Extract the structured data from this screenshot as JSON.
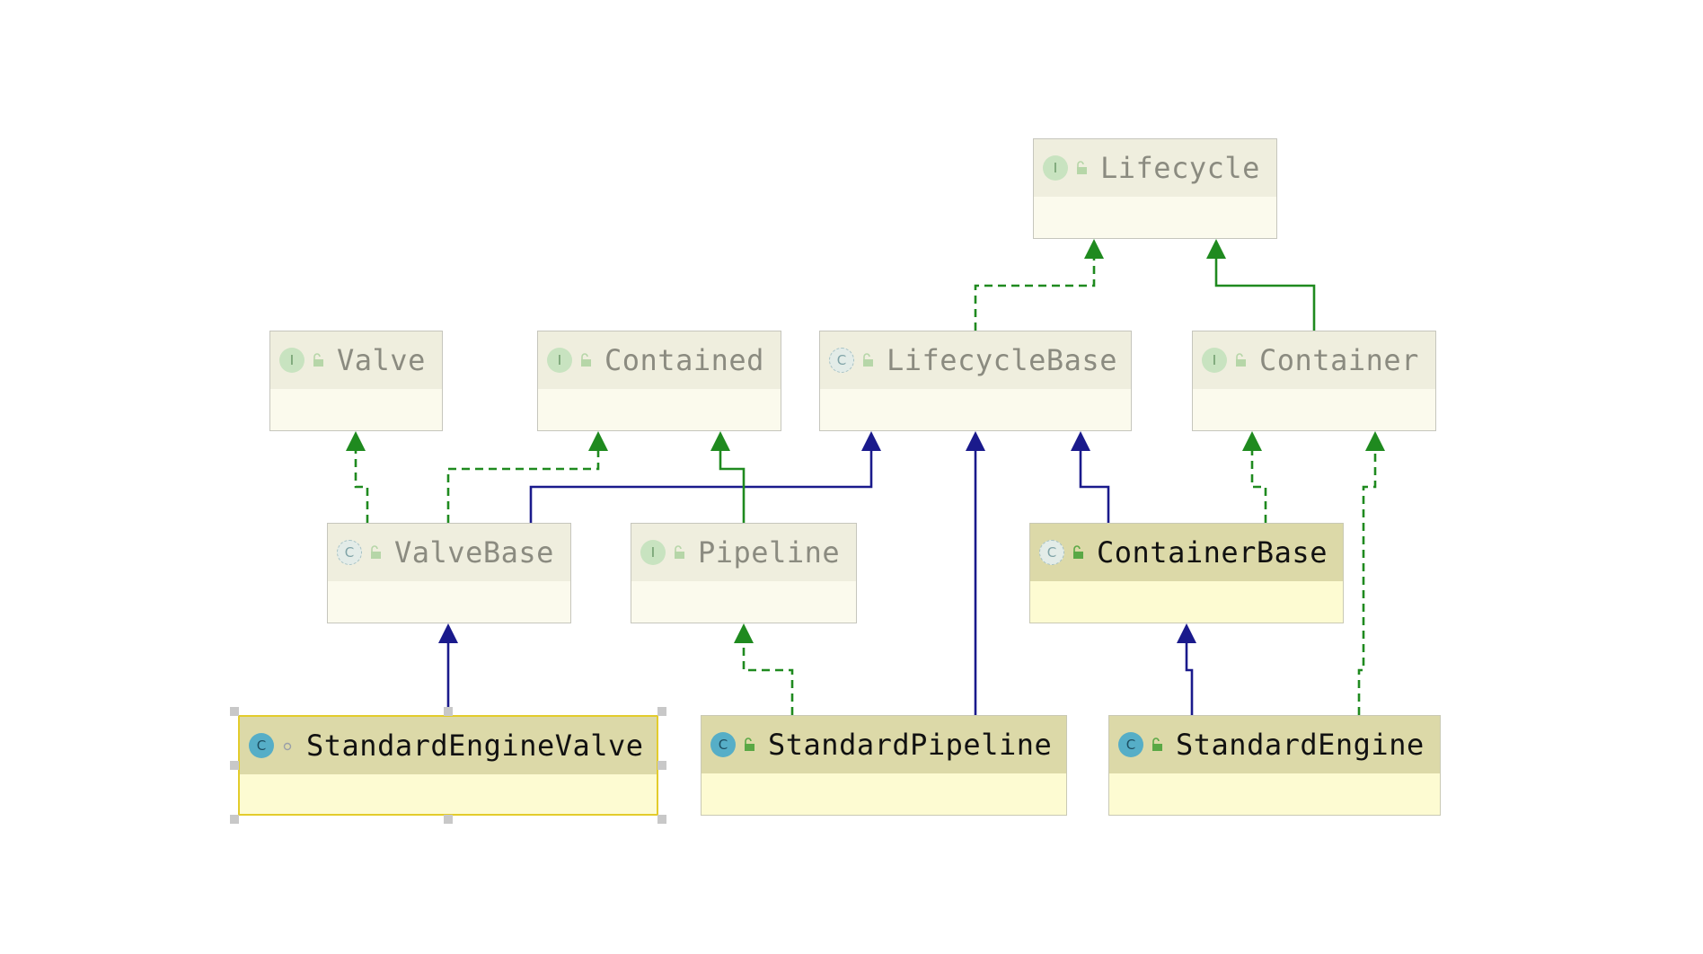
{
  "colors": {
    "realization": "#1f8a1f",
    "extension": "#1f8a1f",
    "inheritance": "#1a1a8c",
    "selection": "#e3cc2c"
  },
  "nodes": [
    {
      "id": "lifecycle",
      "label": "Lifecycle",
      "kind": "interface",
      "kind_glyph": "I",
      "visibility_icon": "unlock-icon",
      "state": "muted"
    },
    {
      "id": "valve",
      "label": "Valve",
      "kind": "interface",
      "kind_glyph": "I",
      "visibility_icon": "unlock-icon",
      "state": "muted"
    },
    {
      "id": "contained",
      "label": "Contained",
      "kind": "interface",
      "kind_glyph": "I",
      "visibility_icon": "unlock-icon",
      "state": "muted"
    },
    {
      "id": "lifecyclebase",
      "label": "LifecycleBase",
      "kind": "abstract",
      "kind_glyph": "C",
      "visibility_icon": "unlock-icon",
      "state": "muted"
    },
    {
      "id": "container",
      "label": "Container",
      "kind": "interface",
      "kind_glyph": "I",
      "visibility_icon": "unlock-icon",
      "state": "muted"
    },
    {
      "id": "valvebase",
      "label": "ValveBase",
      "kind": "abstract",
      "kind_glyph": "C",
      "visibility_icon": "unlock-icon",
      "state": "muted"
    },
    {
      "id": "pipeline",
      "label": "Pipeline",
      "kind": "interface",
      "kind_glyph": "I",
      "visibility_icon": "unlock-icon",
      "state": "muted"
    },
    {
      "id": "containerbase",
      "label": "ContainerBase",
      "kind": "abstract",
      "kind_glyph": "C",
      "visibility_icon": "unlock-icon",
      "state": "active"
    },
    {
      "id": "standardenginevalve",
      "label": "StandardEngineValve",
      "kind": "class",
      "kind_glyph": "C",
      "visibility_icon": "package-private-icon",
      "state": "selected"
    },
    {
      "id": "standardpipeline",
      "label": "StandardPipeline",
      "kind": "class",
      "kind_glyph": "C",
      "visibility_icon": "unlock-icon",
      "state": "active"
    },
    {
      "id": "standardengine",
      "label": "StandardEngine",
      "kind": "class",
      "kind_glyph": "C",
      "visibility_icon": "unlock-icon",
      "state": "active"
    }
  ],
  "edges": [
    {
      "from": "lifecyclebase",
      "to": "lifecycle",
      "relation": "implements"
    },
    {
      "from": "container",
      "to": "lifecycle",
      "relation": "extends-interface"
    },
    {
      "from": "valvebase",
      "to": "valve",
      "relation": "implements"
    },
    {
      "from": "valvebase",
      "to": "contained",
      "relation": "implements"
    },
    {
      "from": "valvebase",
      "to": "lifecyclebase",
      "relation": "extends"
    },
    {
      "from": "pipeline",
      "to": "contained",
      "relation": "extends-interface"
    },
    {
      "from": "standardpipeline",
      "to": "lifecyclebase",
      "relation": "extends"
    },
    {
      "from": "containerbase",
      "to": "lifecyclebase",
      "relation": "extends"
    },
    {
      "from": "containerbase",
      "to": "container",
      "relation": "implements"
    },
    {
      "from": "standardenginevalve",
      "to": "valvebase",
      "relation": "extends"
    },
    {
      "from": "standardpipeline",
      "to": "pipeline",
      "relation": "implements"
    },
    {
      "from": "standardengine",
      "to": "containerbase",
      "relation": "extends"
    },
    {
      "from": "standardengine",
      "to": "container",
      "relation": "implements"
    }
  ]
}
